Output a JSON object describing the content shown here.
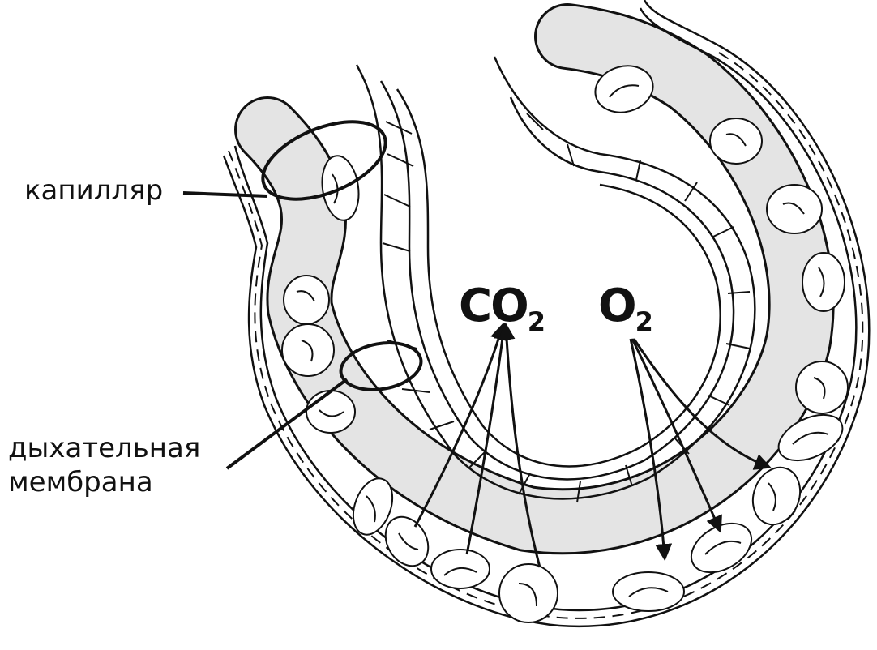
{
  "labels": {
    "capillary": "капилляр",
    "membrane_line1": "дыхательная",
    "membrane_line2": "мембрана",
    "co2_main": "CO",
    "co2_sub": "2",
    "o2_main": "O",
    "o2_sub": "2"
  },
  "colors": {
    "ink": "#111111",
    "capillary_fill": "#e4e4e4",
    "cell_fill": "#ffffff",
    "background": "#ffffff"
  },
  "icons": {
    "red_blood_cell": "red-blood-cell-icon",
    "arrowhead": "arrowhead-icon"
  }
}
